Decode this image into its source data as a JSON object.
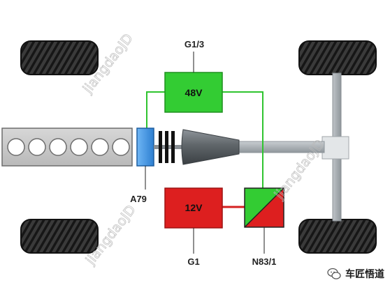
{
  "components": {
    "generator": {
      "name": "G1/3",
      "value": "48V"
    },
    "battery": {
      "name": "G1",
      "value": "12V"
    },
    "sensor": {
      "name": "A79"
    },
    "converter": {
      "name": "N83/1"
    }
  },
  "watermark": "jiangdaoJD",
  "brand": {
    "text": "车匠悟道",
    "icon": "wechat-icon"
  },
  "colors": {
    "green": "#33cc33",
    "red": "#dd1f1f",
    "blue": "#3a8fe0",
    "shaft": "#aeb4b8",
    "wire_green": "#2fc42f",
    "wire_red": "#d42020"
  }
}
